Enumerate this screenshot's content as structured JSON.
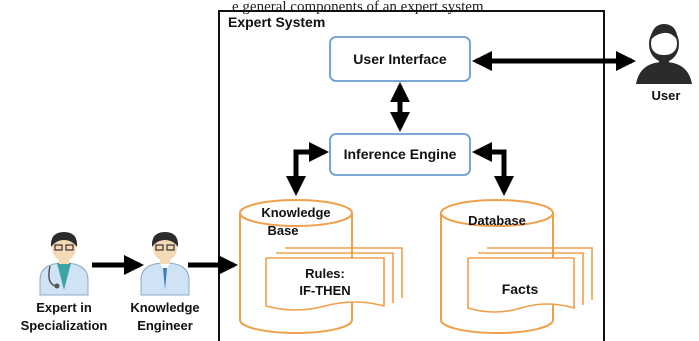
{
  "caption_fragment": "e general components of an expert system",
  "system": {
    "title": "Expert System"
  },
  "boxes": {
    "ui": {
      "label": "User Interface"
    },
    "inference": {
      "label": "Inference Engine"
    }
  },
  "stores": {
    "knowledge": {
      "label_line1": "Knowledge",
      "label_line2": "Base",
      "card_line1": "Rules:",
      "card_line2": "IF-THEN"
    },
    "database": {
      "label": "Database",
      "card_label": "Facts"
    }
  },
  "actors": {
    "user": {
      "label": "User"
    },
    "expert": {
      "label_line1": "Expert in",
      "label_line2": "Specialization"
    },
    "engineer": {
      "label_line1": "Knowledge",
      "label_line2": "Engineer"
    }
  },
  "colors": {
    "box_border": "#6b9bd1",
    "store_border": "#f0a04b",
    "arrow": "#000000",
    "frame": "#111111",
    "skin": "#f4d9b5",
    "hair": "#2b2b2b",
    "coat": "#cfe3f5",
    "accent": "#3ba3a3"
  }
}
